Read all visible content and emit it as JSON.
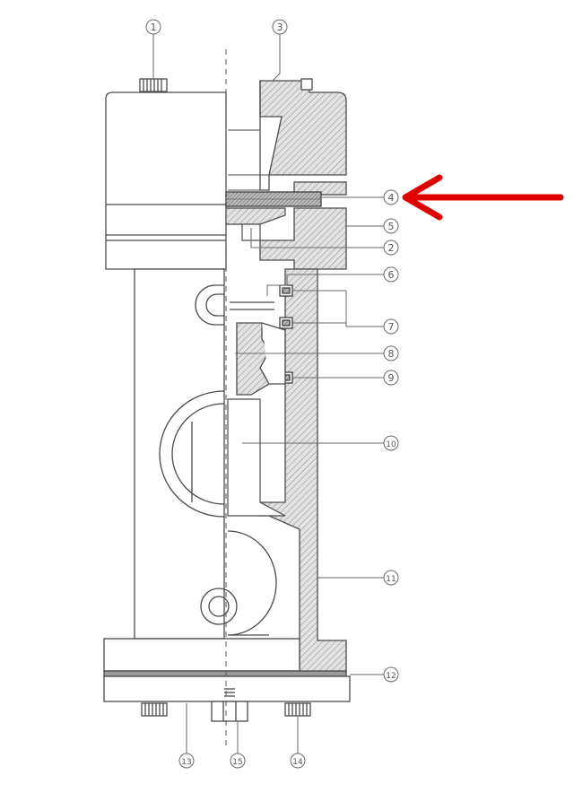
{
  "colors": {
    "line": "#4a4a4a",
    "hatch_fill": "#d6d6d6",
    "leader": "#6a6a6a",
    "arrow": "#e00000",
    "background": "#ffffff"
  },
  "callouts": {
    "c1": "1",
    "c2": "2",
    "c3": "3",
    "c4": "4",
    "c5": "5",
    "c6": "6",
    "c7": "7",
    "c8": "8",
    "c9": "9",
    "c10": "10",
    "c11": "11",
    "c12": "12",
    "c13": "13",
    "c14": "14",
    "c15": "15"
  },
  "highlighted_callout": "4"
}
